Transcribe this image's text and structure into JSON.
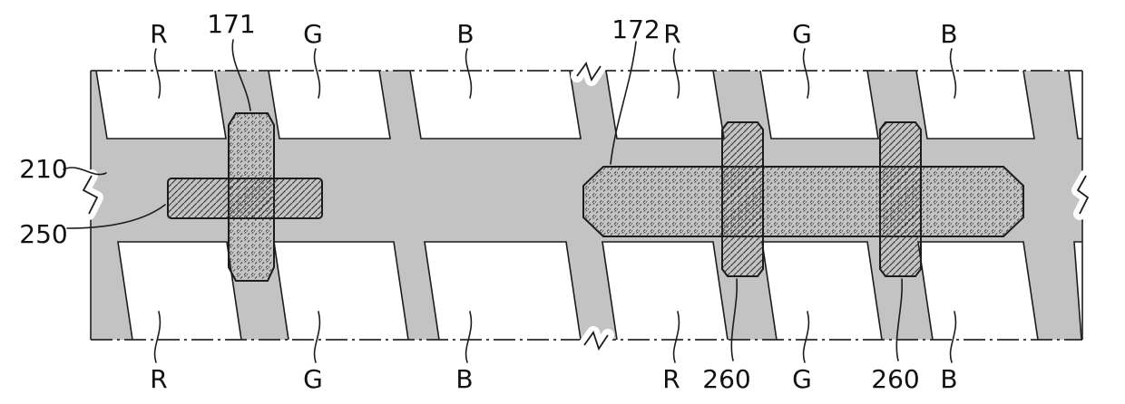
{
  "figure": {
    "description": "Patent-style plan view of a display pixel region: gray wiring region 210 with white R/G/B pixel openings, repair/electrode structures 171, 172, 250, 260",
    "colors": {
      "background": "#ffffff",
      "region_fill": "#c3c3c3",
      "opening_fill": "#ffffff",
      "line": "#1c1c1c"
    },
    "labels": {
      "top": {
        "r1": "R",
        "ref_171": "171",
        "g1": "G",
        "b1": "B",
        "ref_172": "172",
        "r2": "R",
        "g2": "G",
        "b2": "B"
      },
      "left": {
        "ref_210": "210",
        "ref_250": "250"
      },
      "bottom": {
        "r1": "R",
        "g1": "G",
        "b1": "B",
        "r2": "R",
        "ref_260_left": "260",
        "g2": "G",
        "ref_260_right": "260",
        "b2": "B"
      }
    }
  }
}
